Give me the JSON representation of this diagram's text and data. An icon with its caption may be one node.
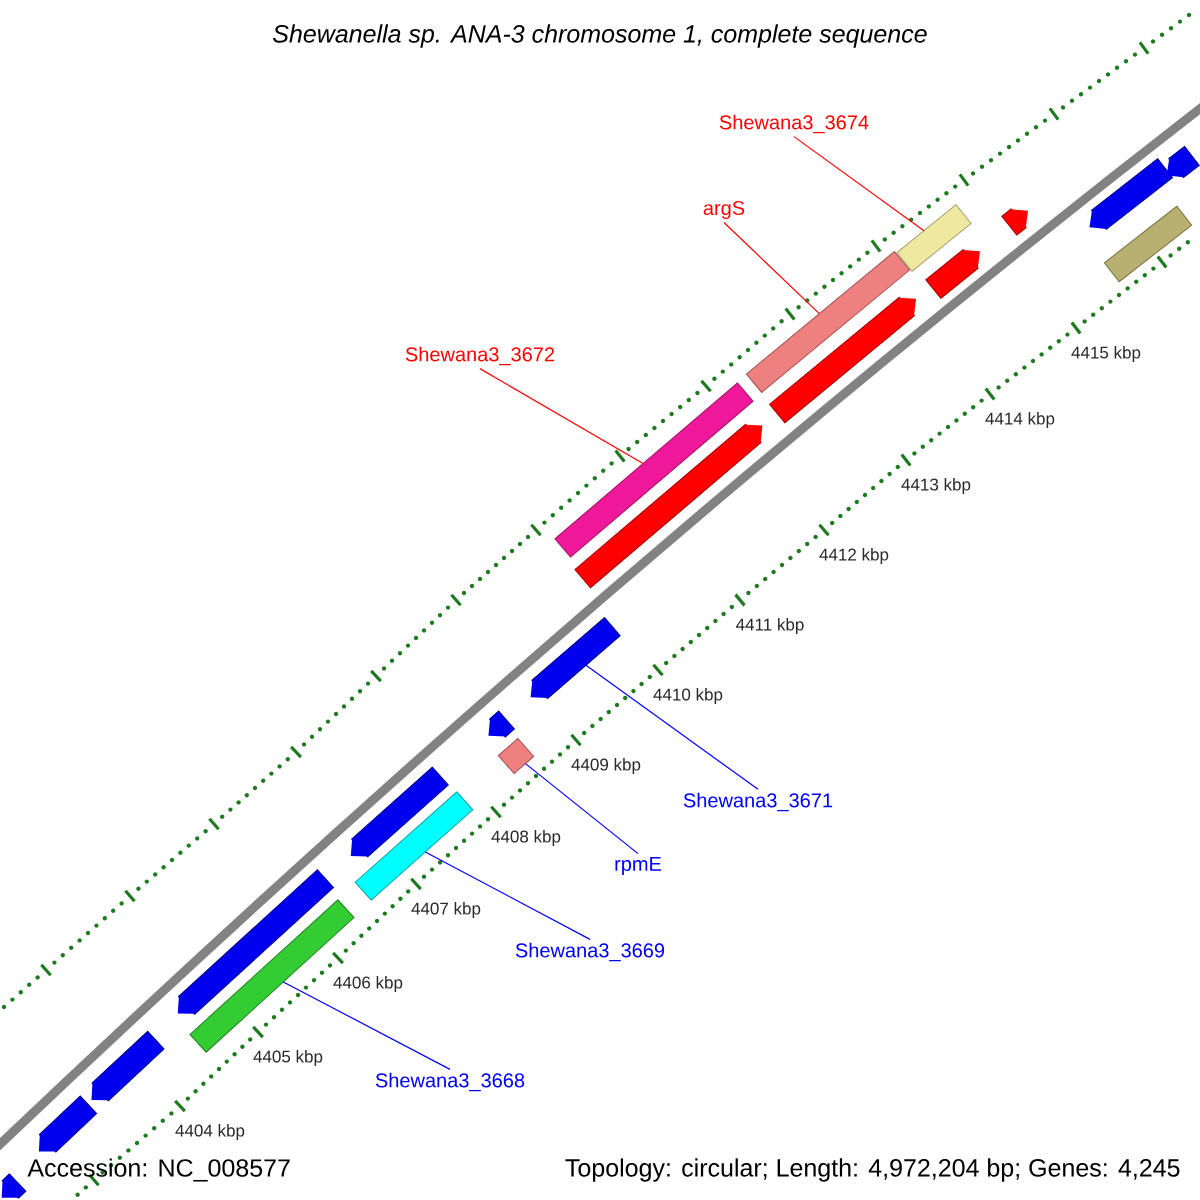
{
  "diagram": {
    "title": "Shewanella sp. ANA-3 chromosome 1, complete sequence",
    "nodes": [
      {
        "text": [
          "Shewana3_3674"
        ]
      },
      {
        "text": [
          "argS"
        ]
      },
      {
        "text": [
          "Shewana3_3672"
        ]
      },
      {
        "text": [
          "Shewana3_3671"
        ]
      },
      {
        "text": [
          "rpmE"
        ]
      },
      {
        "text": [
          "Shewana3_3669"
        ]
      },
      {
        "text": [
          "Shewana3_3668"
        ]
      },
      {
        "text": [],
        "shape": "bar"
      },
      {
        "text": [],
        "shape": "bar"
      },
      {
        "text": [],
        "shape": "bar"
      },
      {
        "text": [],
        "shape": "bar"
      },
      {
        "text": [],
        "shape": "bar"
      },
      {
        "text": [],
        "shape": "bar"
      },
      {
        "text": [],
        "shape": "bar"
      },
      {
        "text": [],
        "shape": "bar"
      },
      {
        "text": [],
        "shape": "bar"
      },
      {
        "text": [],
        "shape": "bar"
      },
      {
        "text": [],
        "shape": "bar"
      },
      {
        "text": [],
        "shape": "bar"
      },
      {
        "text": [],
        "shape": "bar"
      },
      {
        "text": [],
        "shape": "bar"
      },
      {
        "text": [],
        "shape": "bar"
      },
      {
        "text": [],
        "shape": "bar"
      },
      {
        "text": [],
        "shape": "bar"
      },
      {
        "text": [],
        "shape": "bar"
      },
      {
        "text": [],
        "shape": "bar"
      },
      {
        "text": [],
        "shape": "bar"
      }
    ],
    "edges": [
      {
        "from": 0,
        "to": 21,
        "arrow": "none",
        "color": "#ff0000"
      },
      {
        "from": 1,
        "to": 19,
        "arrow": "none",
        "color": "#ff0000"
      },
      {
        "from": 2,
        "to": 17,
        "arrow": "none",
        "color": "#ff0000"
      },
      {
        "from": 3,
        "to": 16,
        "arrow": "none",
        "color": "#0000ff"
      },
      {
        "from": 4,
        "to": 15,
        "arrow": "none",
        "color": "#0000ff"
      },
      {
        "from": 5,
        "to": 13,
        "arrow": "none",
        "color": "#0000ff"
      },
      {
        "from": 6,
        "to": 11,
        "arrow": "none",
        "color": "#0000ff"
      }
    ],
    "labels": [
      "4404 kbp",
      "4405 kbp",
      "4406 kbp",
      "4407 kbp",
      "4408 kbp",
      "4409 kbp",
      "4410 kbp",
      "4411 kbp",
      "4412 kbp",
      "4413 kbp",
      "4414 kbp",
      "4415 kbp",
      "Accession: NC_008577",
      "Topology: circular; Length: 4,972,204 bp; Genes: 4,245"
    ]
  }
}
